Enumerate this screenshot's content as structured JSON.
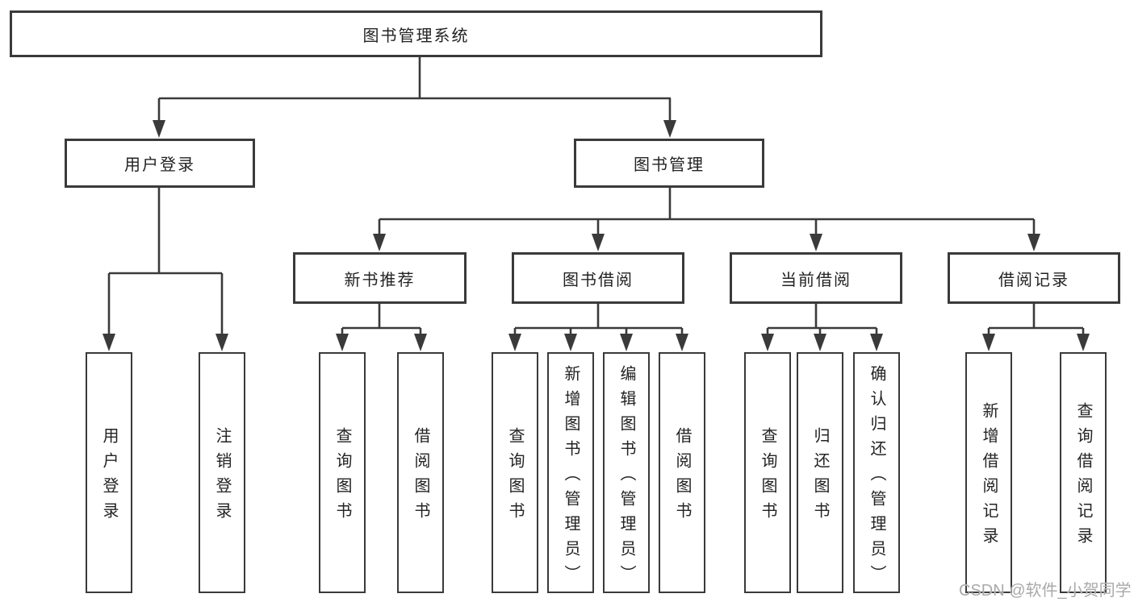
{
  "tree": {
    "label": "图书管理系统",
    "children": [
      {
        "label": "用户登录",
        "children": [
          {
            "label": "用户登录"
          },
          {
            "label": "注销登录"
          }
        ]
      },
      {
        "label": "图书管理",
        "children": [
          {
            "label": "新书推荐",
            "children": [
              {
                "label": "查询图书"
              },
              {
                "label": "借阅图书"
              }
            ]
          },
          {
            "label": "图书借阅",
            "children": [
              {
                "label": "查询图书"
              },
              {
                "label": "新增图书（管理员）"
              },
              {
                "label": "编辑图书（管理员）"
              },
              {
                "label": "借阅图书"
              }
            ]
          },
          {
            "label": "当前借阅",
            "children": [
              {
                "label": "查询图书"
              },
              {
                "label": "归还图书"
              },
              {
                "label": "确认归还（管理员）"
              }
            ]
          },
          {
            "label": "借阅记录",
            "children": [
              {
                "label": "新增借阅记录"
              },
              {
                "label": "查询借阅记录"
              }
            ]
          }
        ]
      }
    ]
  },
  "watermark": {
    "text": "CSDN @软件_小贺同学"
  },
  "colors": {
    "line": "#3a3a3a",
    "border": "#3a3a3a",
    "text": "#232323",
    "background": "#ffffff",
    "watermark": "#a9a9a9"
  }
}
